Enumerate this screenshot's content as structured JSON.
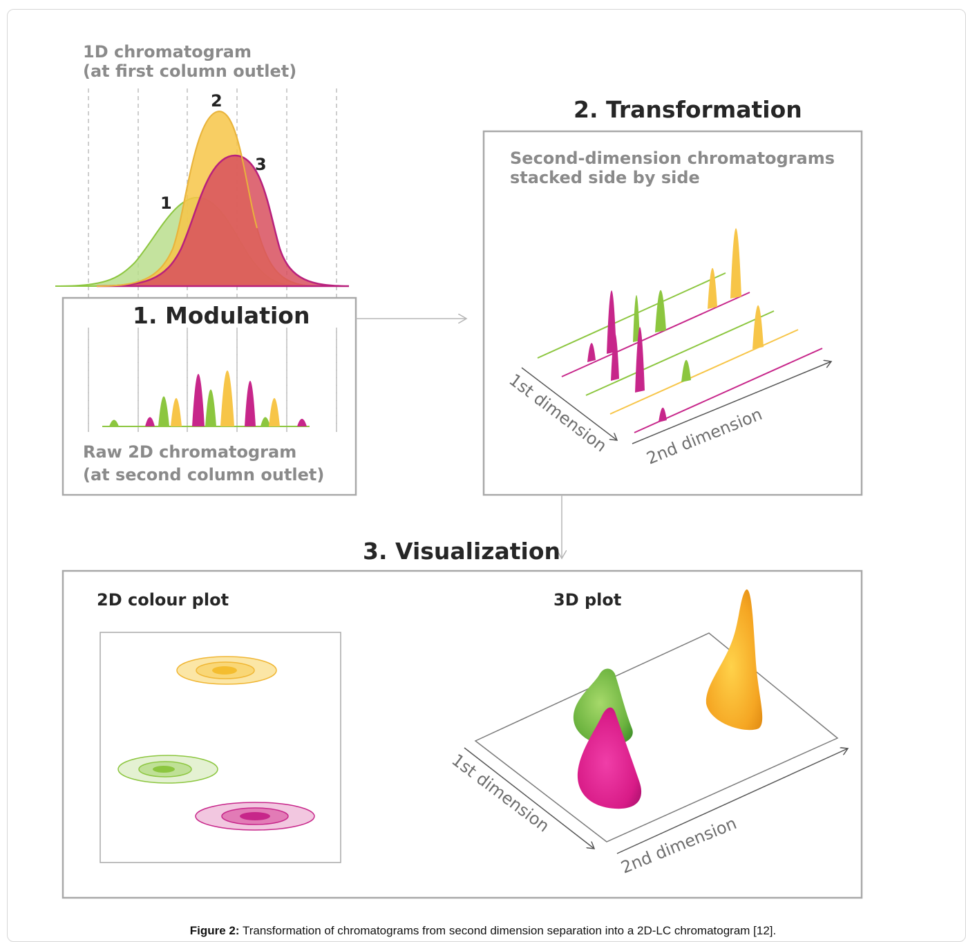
{
  "labels": {
    "chrom_1d_line1": "1D chromatogram",
    "chrom_1d_line2": "(at first column outlet)",
    "peak_1": "1",
    "peak_2": "2",
    "peak_3": "3",
    "modulation": "1. Modulation",
    "raw_2d_line1": "Raw 2D chromatogram",
    "raw_2d_line2": "(at second column outlet)",
    "transformation": "2. Transformation",
    "second_dim_line1": "Second-dimension chromatograms",
    "second_dim_line2": "stacked side by side",
    "first_dim": "1st dimension",
    "second_dim": "2nd dimension",
    "visualization": "3. Visualization",
    "colour_plot": "2D colour plot",
    "plot_3d": "3D plot"
  },
  "caption": {
    "prefix": "Figure 2:",
    "text": " Transformation of chromatograms from second dimension separation into a 2D-LC chromatogram [12]."
  },
  "colors": {
    "green": "#8cc63f",
    "yellow": "#f7c548",
    "magenta": "#c7268a",
    "red": "#d8505e",
    "frame": "#a8a8a8",
    "arrow": "#b5b5b5"
  }
}
